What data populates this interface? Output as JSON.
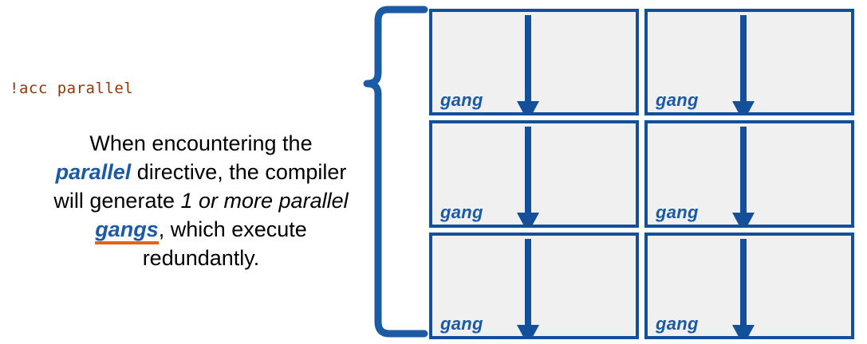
{
  "slide": {
    "directive": "!acc parallel",
    "description": {
      "line1_pre": "When encountering the",
      "keyword_parallel": "parallel",
      "line2_mid": " directive, the",
      "line3": "compiler will generate",
      "emphasis_italic": "1 or more parallel",
      "keyword_gangs": "gangs",
      "line5_post": ", which execute",
      "line6": "redundantly."
    }
  },
  "grid": {
    "boxes": [
      {
        "label": "gang",
        "arrow": "down-arrow"
      },
      {
        "label": "gang",
        "arrow": "down-arrow"
      },
      {
        "label": "gang",
        "arrow": "down-arrow"
      },
      {
        "label": "gang",
        "arrow": "down-arrow"
      },
      {
        "label": "gang",
        "arrow": "down-arrow"
      },
      {
        "label": "gang",
        "arrow": "down-arrow"
      }
    ]
  },
  "colors": {
    "border_blue": "#14509A",
    "label_blue": "#1B5AA6",
    "brace_blue": "#1B5AA6",
    "directive_brown": "#8B3A0E",
    "underline_orange": "#E8601C",
    "box_fill": "#F0F0F0",
    "text_black": "#000000"
  }
}
